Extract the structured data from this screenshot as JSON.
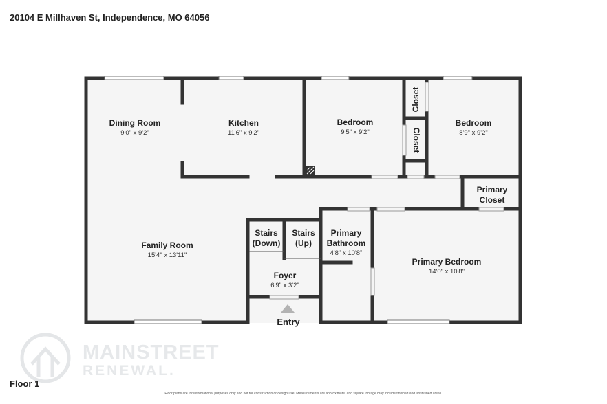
{
  "address": "20104 E Millhaven St, Independence, MO 64056",
  "floor_label": "Floor 1",
  "disclaimer": "Floor plans are for informational purposes only and not for construction or design use. Measurements are approximate, and square footage may include finished and unfinished areas.",
  "entry_label": "Entry",
  "brand": {
    "main": "MAINSTREET",
    "sub": "RENEWAL."
  },
  "colors": {
    "wall": "#333333",
    "floor": "#f5f5f5",
    "window": "#ffffff",
    "arrow": "#b3b3b3"
  },
  "rooms": {
    "dining": {
      "name": "Dining Room",
      "dims": "9'0\" x 9'2\""
    },
    "kitchen": {
      "name": "Kitchen",
      "dims": "11'6\" x 9'2\""
    },
    "bedroom_1": {
      "name": "Bedroom",
      "dims": "9'5\" x 9'2\""
    },
    "closet_1": {
      "name": "Closet"
    },
    "closet_2": {
      "name": "Closet"
    },
    "bedroom_2": {
      "name": "Bedroom",
      "dims": "8'9\" x 9'2\""
    },
    "primary_closet": {
      "line1": "Primary",
      "line2": "Closet"
    },
    "family": {
      "name": "Family Room",
      "dims": "15'4\" x 13'11\""
    },
    "stairs_down": {
      "line1": "Stairs",
      "line2": "(Down)"
    },
    "stairs_up": {
      "line1": "Stairs",
      "line2": "(Up)"
    },
    "primary_bath": {
      "line1": "Primary",
      "line2": "Bathroom",
      "dims": "4'8\" x 10'8\""
    },
    "foyer": {
      "name": "Foyer",
      "dims": "6'9\" x 3'2\""
    },
    "primary_bed": {
      "name": "Primary Bedroom",
      "dims": "14'0\" x 10'8\""
    }
  }
}
